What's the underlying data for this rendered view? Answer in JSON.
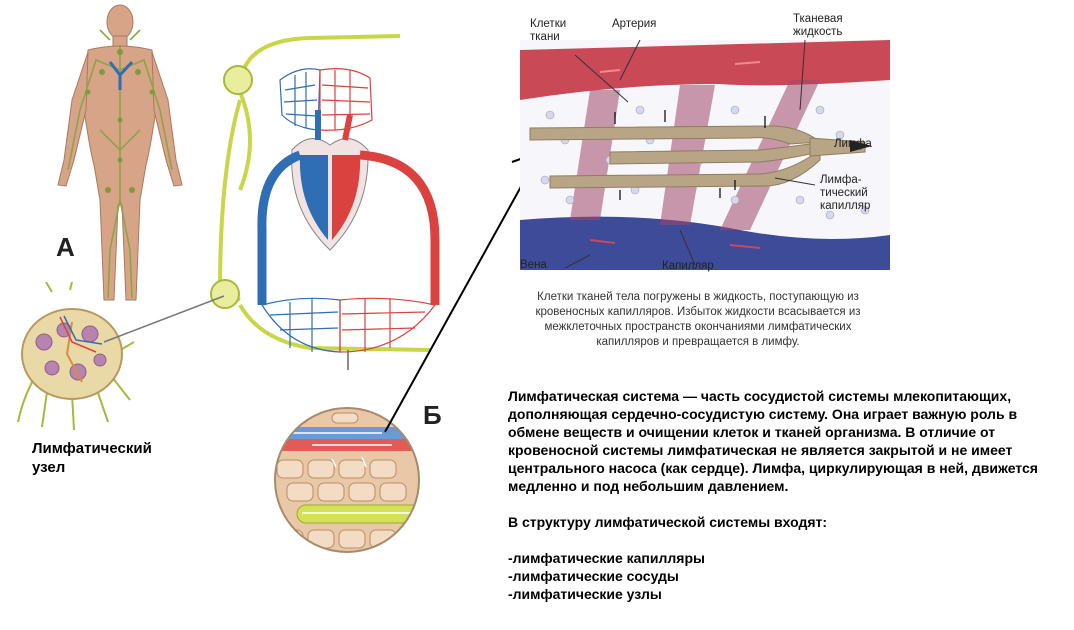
{
  "labels": {
    "a_letter": "А",
    "b_letter": "Б",
    "lymph_node": "Лимфатический узел"
  },
  "tissue_diagram": {
    "tissue_cells": "Клетки ткани",
    "artery": "Артерия",
    "tissue_fluid": "Тканевая жидкость",
    "lymph": "Лимфа",
    "lymph_capillary": "Лимфа­тический капил­ляр",
    "vein": "Вена",
    "capillary": "Капилляр",
    "caption": "Клетки тканей тела погружены в жидкость, поступаю­щую из кровеносных капилляров. Избыток жидкости всасывается из межклеточных пространств окончания­ми лимфатических капилляров и превращается в лимфу."
  },
  "description": {
    "paragraph": "Лимфатическая система  — часть сосудистой системы млекопитающих, дополняющая сердечно-сосудистую систему. Она играет важную роль в обмене веществ и очищении клеток и тканей организма. В отличие от кровеносной системы лимфатическая не является закрытой и не имеет центрального насоса (как сердце). Лимфа, циркулирующая в ней, движется медленно и под небольшим давлением.",
    "structure_intro": "В структуру лимфатической системы входят:",
    "items": [
      "-лимфатические капилляры",
      "-лимфатические сосуды",
      "-лимфатические узлы"
    ]
  },
  "colors": {
    "lymph_green": "#c9d64a",
    "artery_red": "#d9423f",
    "vein_blue": "#2f6db5",
    "tissue_beige": "#b8a586",
    "skin": "#d9a98a"
  }
}
